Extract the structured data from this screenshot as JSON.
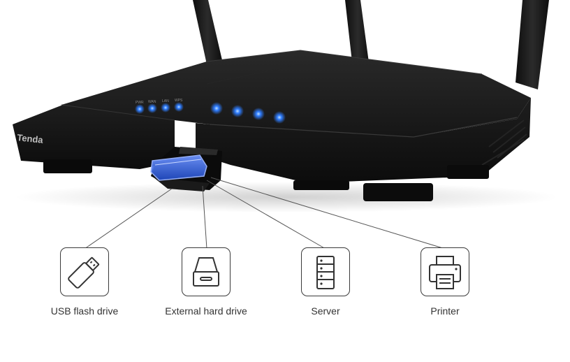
{
  "brand": {
    "logo_text": "Tenda"
  },
  "led_labels": [
    "PWR",
    "WAN",
    "LAN",
    "WPS"
  ],
  "devices": [
    {
      "label": "USB flash drive",
      "icon": "usb-flash-drive-icon"
    },
    {
      "label": "External hard drive",
      "icon": "external-hard-drive-icon"
    },
    {
      "label": "Server",
      "icon": "server-icon"
    },
    {
      "label": "Printer",
      "icon": "printer-icon"
    }
  ],
  "colors": {
    "router_body": "#151515",
    "led_blue": "#2f7dff",
    "usb_highlight": "#3f6fe0",
    "outline": "#3a3a3a"
  }
}
